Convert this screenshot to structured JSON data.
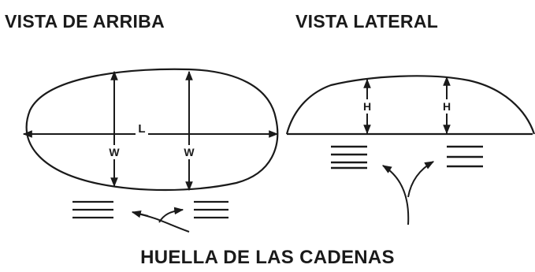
{
  "views": {
    "top_title": "VISTA DE ARRIBA",
    "side_title": "VISTA LATERAL"
  },
  "labels": {
    "length": "L",
    "width": "W",
    "height": "H"
  },
  "caption": "HUELLA DE LAS CADENAS",
  "colors": {
    "ink": "#1a1a1a",
    "background": "#ffffff"
  }
}
